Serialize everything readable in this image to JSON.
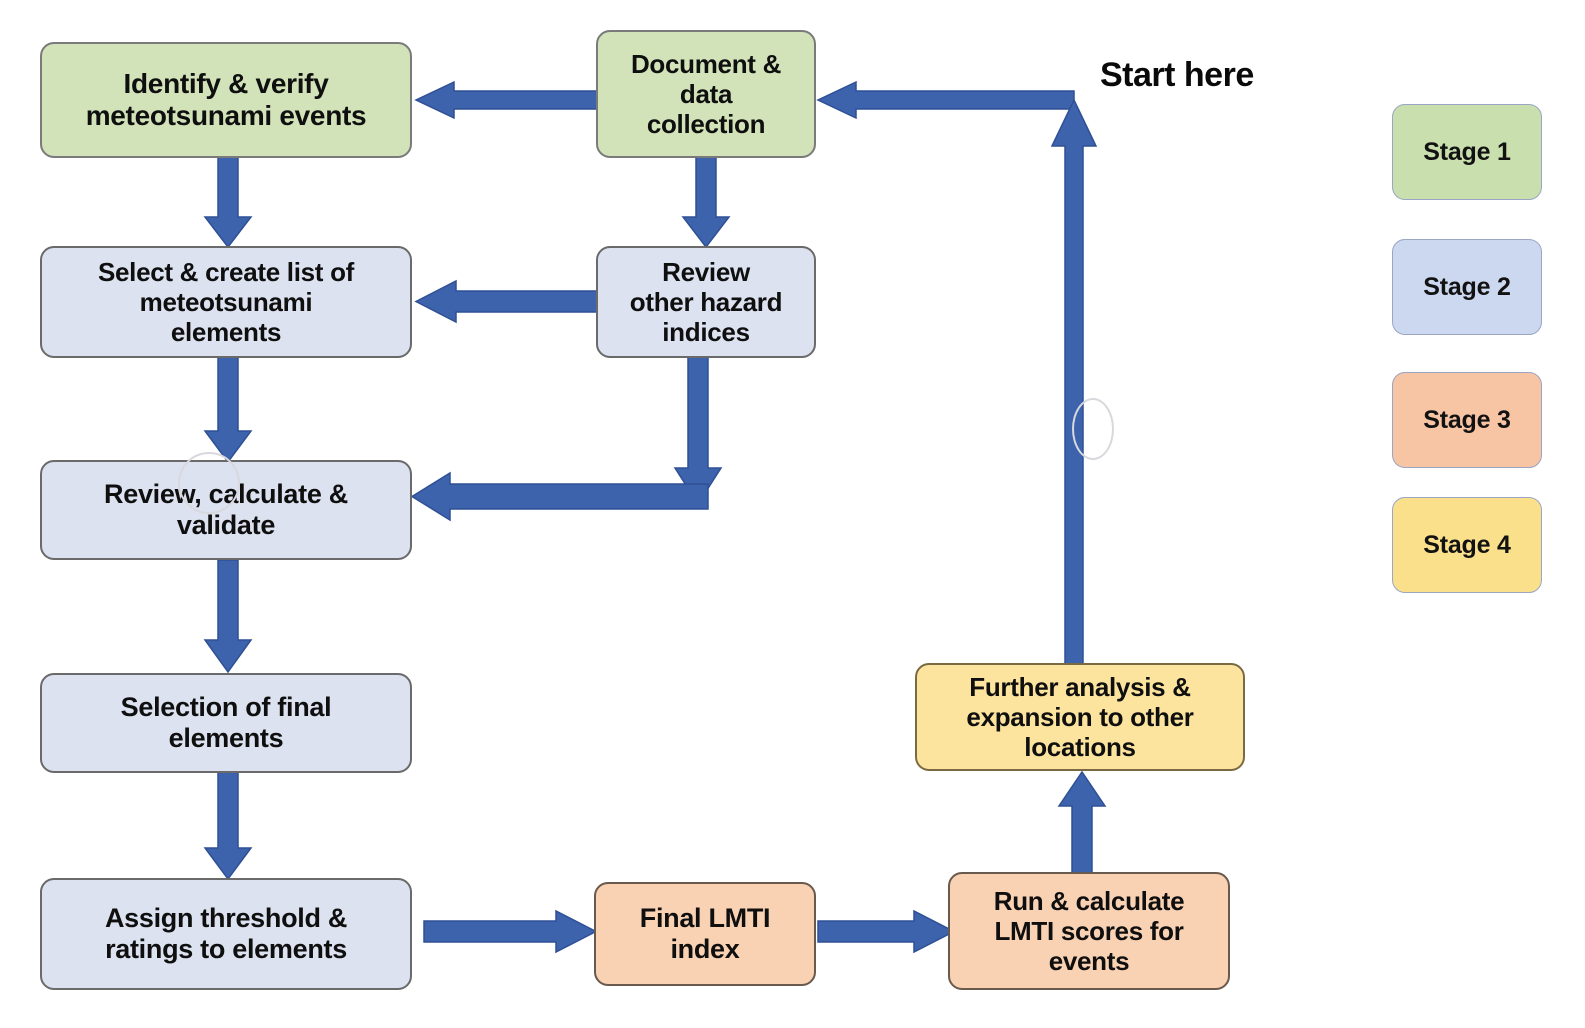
{
  "diagram": {
    "title_label": "Start here",
    "colors": {
      "stage1_fill": "#d2e3b9",
      "stage2_fill": "#dce2f0",
      "stage3_fill": "#f9d1b3",
      "stage4_fill": "#fce49e",
      "arrow": "#3d63ad",
      "border": "#6f6f6f",
      "background": "#ffffff"
    },
    "nodes": [
      {
        "id": "identify",
        "stage": 1,
        "line1": "Identify & verify",
        "line2": "meteotsunami events",
        "line3": ""
      },
      {
        "id": "document",
        "stage": 1,
        "line1": "Document &",
        "line2": "data",
        "line3": "collection"
      },
      {
        "id": "select",
        "stage": 2,
        "line1": "Select & create list of",
        "line2": "meteotsunami",
        "line3": "elements"
      },
      {
        "id": "review-haz",
        "stage": 2,
        "line1": "Review",
        "line2": "other hazard",
        "line3": "indices"
      },
      {
        "id": "review-calc",
        "stage": 2,
        "line1": "Review, calculate &",
        "line2": "validate",
        "line3": ""
      },
      {
        "id": "final-elem",
        "stage": 2,
        "line1": "Selection of final",
        "line2": "elements",
        "line3": ""
      },
      {
        "id": "assign",
        "stage": 2,
        "line1": "Assign threshold &",
        "line2": "ratings to elements",
        "line3": ""
      },
      {
        "id": "lmti-index",
        "stage": 3,
        "line1": "Final LMTI",
        "line2": "index",
        "line3": ""
      },
      {
        "id": "run-lmti",
        "stage": 3,
        "line1": "Run & calculate",
        "line2": "LMTI scores for",
        "line3": "events"
      },
      {
        "id": "further",
        "stage": 4,
        "line1": "Further analysis &",
        "line2": "expansion to other",
        "line3": "locations"
      }
    ],
    "legend": [
      {
        "id": "stage-1",
        "label": "Stage 1"
      },
      {
        "id": "stage-2",
        "label": "Stage 2"
      },
      {
        "id": "stage-3",
        "label": "Stage 3"
      },
      {
        "id": "stage-4",
        "label": "Stage 4"
      }
    ],
    "connections": [
      {
        "from": "document",
        "to": "identify",
        "direction": "left"
      },
      {
        "from": "start",
        "to": "document",
        "direction": "left"
      },
      {
        "from": "document",
        "to": "review-haz",
        "direction": "down"
      },
      {
        "from": "identify",
        "to": "select",
        "direction": "down"
      },
      {
        "from": "review-haz",
        "to": "select",
        "direction": "left"
      },
      {
        "from": "select",
        "to": "review-calc",
        "direction": "down"
      },
      {
        "from": "review-haz",
        "to": "review-calc",
        "direction": "down-left"
      },
      {
        "from": "review-calc",
        "to": "final-elem",
        "direction": "down"
      },
      {
        "from": "final-elem",
        "to": "assign",
        "direction": "down"
      },
      {
        "from": "assign",
        "to": "lmti-index",
        "direction": "right"
      },
      {
        "from": "lmti-index",
        "to": "run-lmti",
        "direction": "right"
      },
      {
        "from": "run-lmti",
        "to": "further",
        "direction": "up"
      },
      {
        "from": "further",
        "to": "document",
        "direction": "up-left"
      }
    ]
  }
}
